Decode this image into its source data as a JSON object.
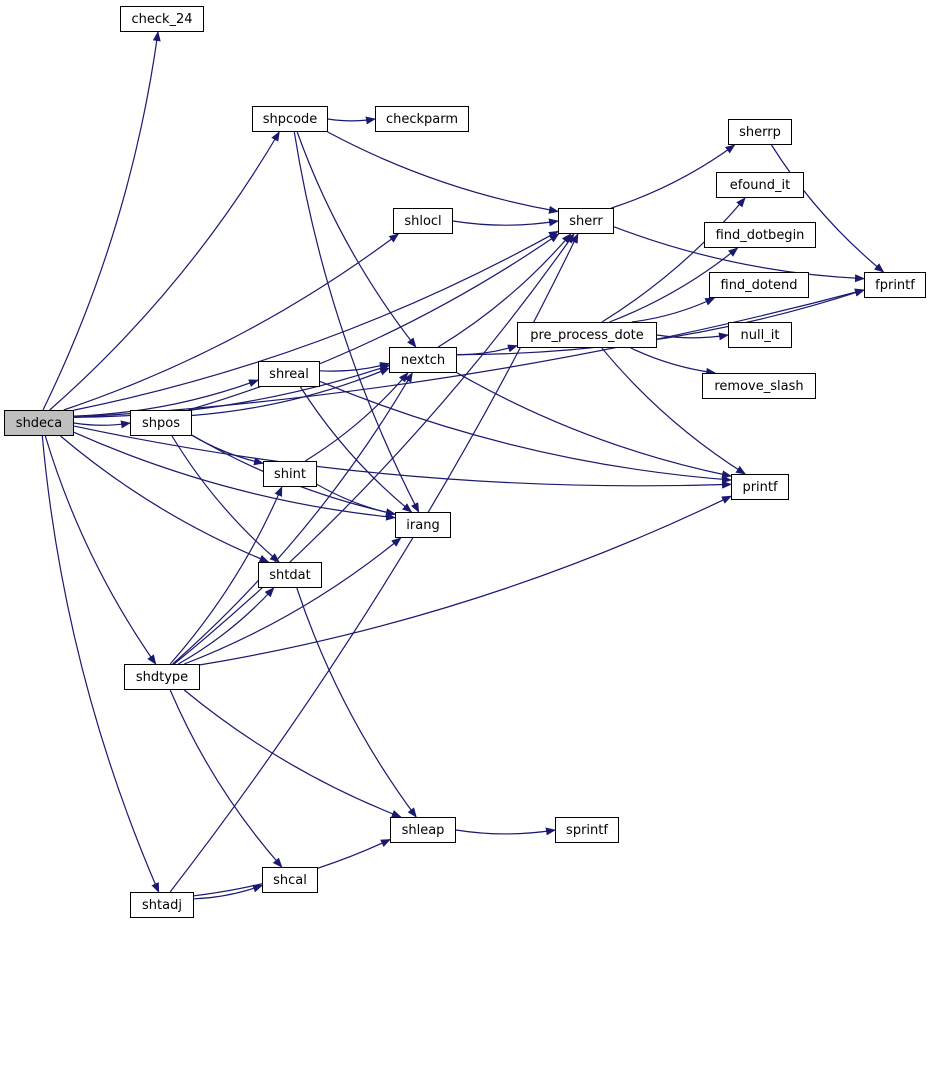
{
  "graph": {
    "root": "shdeca",
    "colors": {
      "edge": "#191970",
      "node_border": "#000000",
      "root_fill": "#bfbfbf",
      "node_fill": "#ffffff"
    },
    "nodes": [
      {
        "id": "shdeca",
        "label": "shdeca"
      },
      {
        "id": "check_24",
        "label": "check_24"
      },
      {
        "id": "shpcode",
        "label": "shpcode"
      },
      {
        "id": "checkparm",
        "label": "checkparm"
      },
      {
        "id": "shlocl",
        "label": "shlocl"
      },
      {
        "id": "sherr",
        "label": "sherr"
      },
      {
        "id": "sherrp",
        "label": "sherrp"
      },
      {
        "id": "efound_it",
        "label": "efound_it"
      },
      {
        "id": "find_dotbegin",
        "label": "find_dotbegin"
      },
      {
        "id": "find_dotend",
        "label": "find_dotend"
      },
      {
        "id": "fprintf",
        "label": "fprintf"
      },
      {
        "id": "pre_process_dote",
        "label": "pre_process_dote"
      },
      {
        "id": "null_it",
        "label": "null_it"
      },
      {
        "id": "nextch",
        "label": "nextch"
      },
      {
        "id": "shreal",
        "label": "shreal"
      },
      {
        "id": "remove_slash",
        "label": "remove_slash"
      },
      {
        "id": "shpos",
        "label": "shpos"
      },
      {
        "id": "shint",
        "label": "shint"
      },
      {
        "id": "printf",
        "label": "printf"
      },
      {
        "id": "irang",
        "label": "irang"
      },
      {
        "id": "shtdat",
        "label": "shtdat"
      },
      {
        "id": "shdtype",
        "label": "shdtype"
      },
      {
        "id": "shleap",
        "label": "shleap"
      },
      {
        "id": "sprintf",
        "label": "sprintf"
      },
      {
        "id": "shcal",
        "label": "shcal"
      },
      {
        "id": "shtadj",
        "label": "shtadj"
      }
    ],
    "edges": [
      [
        "shdeca",
        "check_24"
      ],
      [
        "shdeca",
        "shpcode"
      ],
      [
        "shdeca",
        "sherr"
      ],
      [
        "shdeca",
        "shlocl"
      ],
      [
        "shdeca",
        "nextch"
      ],
      [
        "shdeca",
        "shreal"
      ],
      [
        "shdeca",
        "shpos"
      ],
      [
        "shdeca",
        "irang"
      ],
      [
        "shdeca",
        "shtdat"
      ],
      [
        "shdeca",
        "shdtype"
      ],
      [
        "shdeca",
        "shtadj"
      ],
      [
        "shdeca",
        "printf"
      ],
      [
        "shdeca",
        "fprintf"
      ],
      [
        "shpcode",
        "checkparm"
      ],
      [
        "shpcode",
        "sherr"
      ],
      [
        "shpcode",
        "nextch"
      ],
      [
        "shpcode",
        "irang"
      ],
      [
        "shlocl",
        "sherr"
      ],
      [
        "sherr",
        "sherrp"
      ],
      [
        "sherr",
        "fprintf"
      ],
      [
        "sherrp",
        "fprintf"
      ],
      [
        "nextch",
        "sherr"
      ],
      [
        "nextch",
        "pre_process_dote"
      ],
      [
        "nextch",
        "printf"
      ],
      [
        "nextch",
        "fprintf"
      ],
      [
        "pre_process_dote",
        "efound_it"
      ],
      [
        "pre_process_dote",
        "find_dotbegin"
      ],
      [
        "pre_process_dote",
        "find_dotend"
      ],
      [
        "pre_process_dote",
        "null_it"
      ],
      [
        "pre_process_dote",
        "remove_slash"
      ],
      [
        "pre_process_dote",
        "printf"
      ],
      [
        "shreal",
        "nextch"
      ],
      [
        "shreal",
        "irang"
      ],
      [
        "shreal",
        "printf"
      ],
      [
        "shpos",
        "nextch"
      ],
      [
        "shpos",
        "shint"
      ],
      [
        "shpos",
        "irang"
      ],
      [
        "shpos",
        "shtdat"
      ],
      [
        "shpos",
        "sherr"
      ],
      [
        "shint",
        "nextch"
      ],
      [
        "shint",
        "irang"
      ],
      [
        "shtdat",
        "shleap"
      ],
      [
        "shdtype",
        "shint"
      ],
      [
        "shdtype",
        "shtdat"
      ],
      [
        "shdtype",
        "nextch"
      ],
      [
        "shdtype",
        "irang"
      ],
      [
        "shdtype",
        "sherr"
      ],
      [
        "shdtype",
        "printf"
      ],
      [
        "shdtype",
        "shleap"
      ],
      [
        "shdtype",
        "shcal"
      ],
      [
        "shleap",
        "sprintf"
      ],
      [
        "shtadj",
        "shcal"
      ],
      [
        "shtadj",
        "shleap"
      ],
      [
        "shtadj",
        "sherr"
      ]
    ]
  }
}
